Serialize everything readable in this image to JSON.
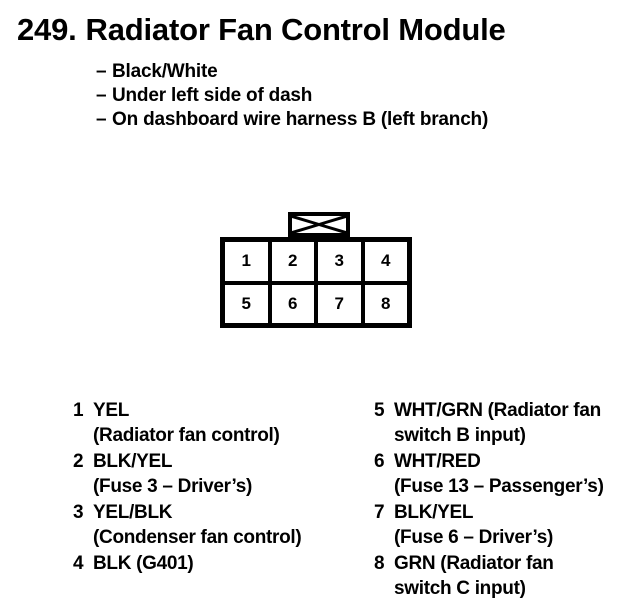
{
  "header": {
    "number": "249.",
    "title": "Radiator Fan Control Module"
  },
  "notes": [
    {
      "dash": "–",
      "text": "Black/White"
    },
    {
      "dash": "–",
      "text": "Under left side of dash"
    },
    {
      "dash": "–",
      "text": "On dashboard wire harness B (left branch)"
    }
  ],
  "connector": {
    "icon": "connector-latch-tab-icon",
    "rows": [
      {
        "cells": [
          "1",
          "2",
          "3",
          "4"
        ]
      },
      {
        "cells": [
          "5",
          "6",
          "7",
          "8"
        ]
      }
    ]
  },
  "legend": {
    "left": [
      {
        "pin": "1",
        "wire": "YEL",
        "desc": "(Radiator fan control)"
      },
      {
        "pin": "2",
        "wire": "BLK/YEL",
        "desc": "(Fuse 3 – Driver’s)"
      },
      {
        "pin": "3",
        "wire": "YEL/BLK",
        "desc": "(Condenser fan control)"
      },
      {
        "pin": "4",
        "wire": "BLK (G401)",
        "desc": ""
      }
    ],
    "right": [
      {
        "pin": "5",
        "wire": "WHT/GRN (Radiator fan",
        "desc": "switch B input)"
      },
      {
        "pin": "6",
        "wire": "WHT/RED",
        "desc": "(Fuse 13 – Passenger’s)"
      },
      {
        "pin": "7",
        "wire": "BLK/YEL",
        "desc": "(Fuse 6 – Driver’s)"
      },
      {
        "pin": "8",
        "wire": "GRN (Radiator fan",
        "desc": "switch C input)"
      }
    ]
  },
  "colors": {
    "ink": "#000000",
    "paper": "#ffffff"
  }
}
